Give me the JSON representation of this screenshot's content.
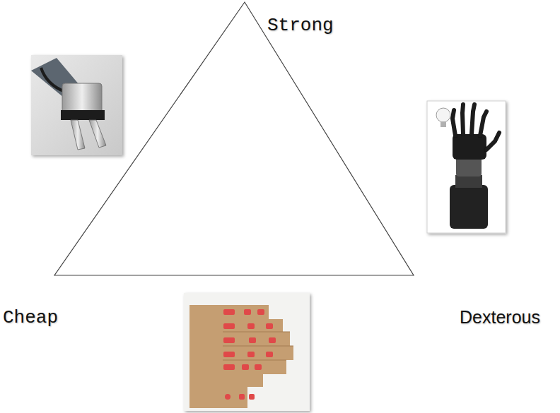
{
  "diagram": {
    "labels": [
      "Strong",
      "Cheap",
      "Dexterous"
    ]
  }
}
